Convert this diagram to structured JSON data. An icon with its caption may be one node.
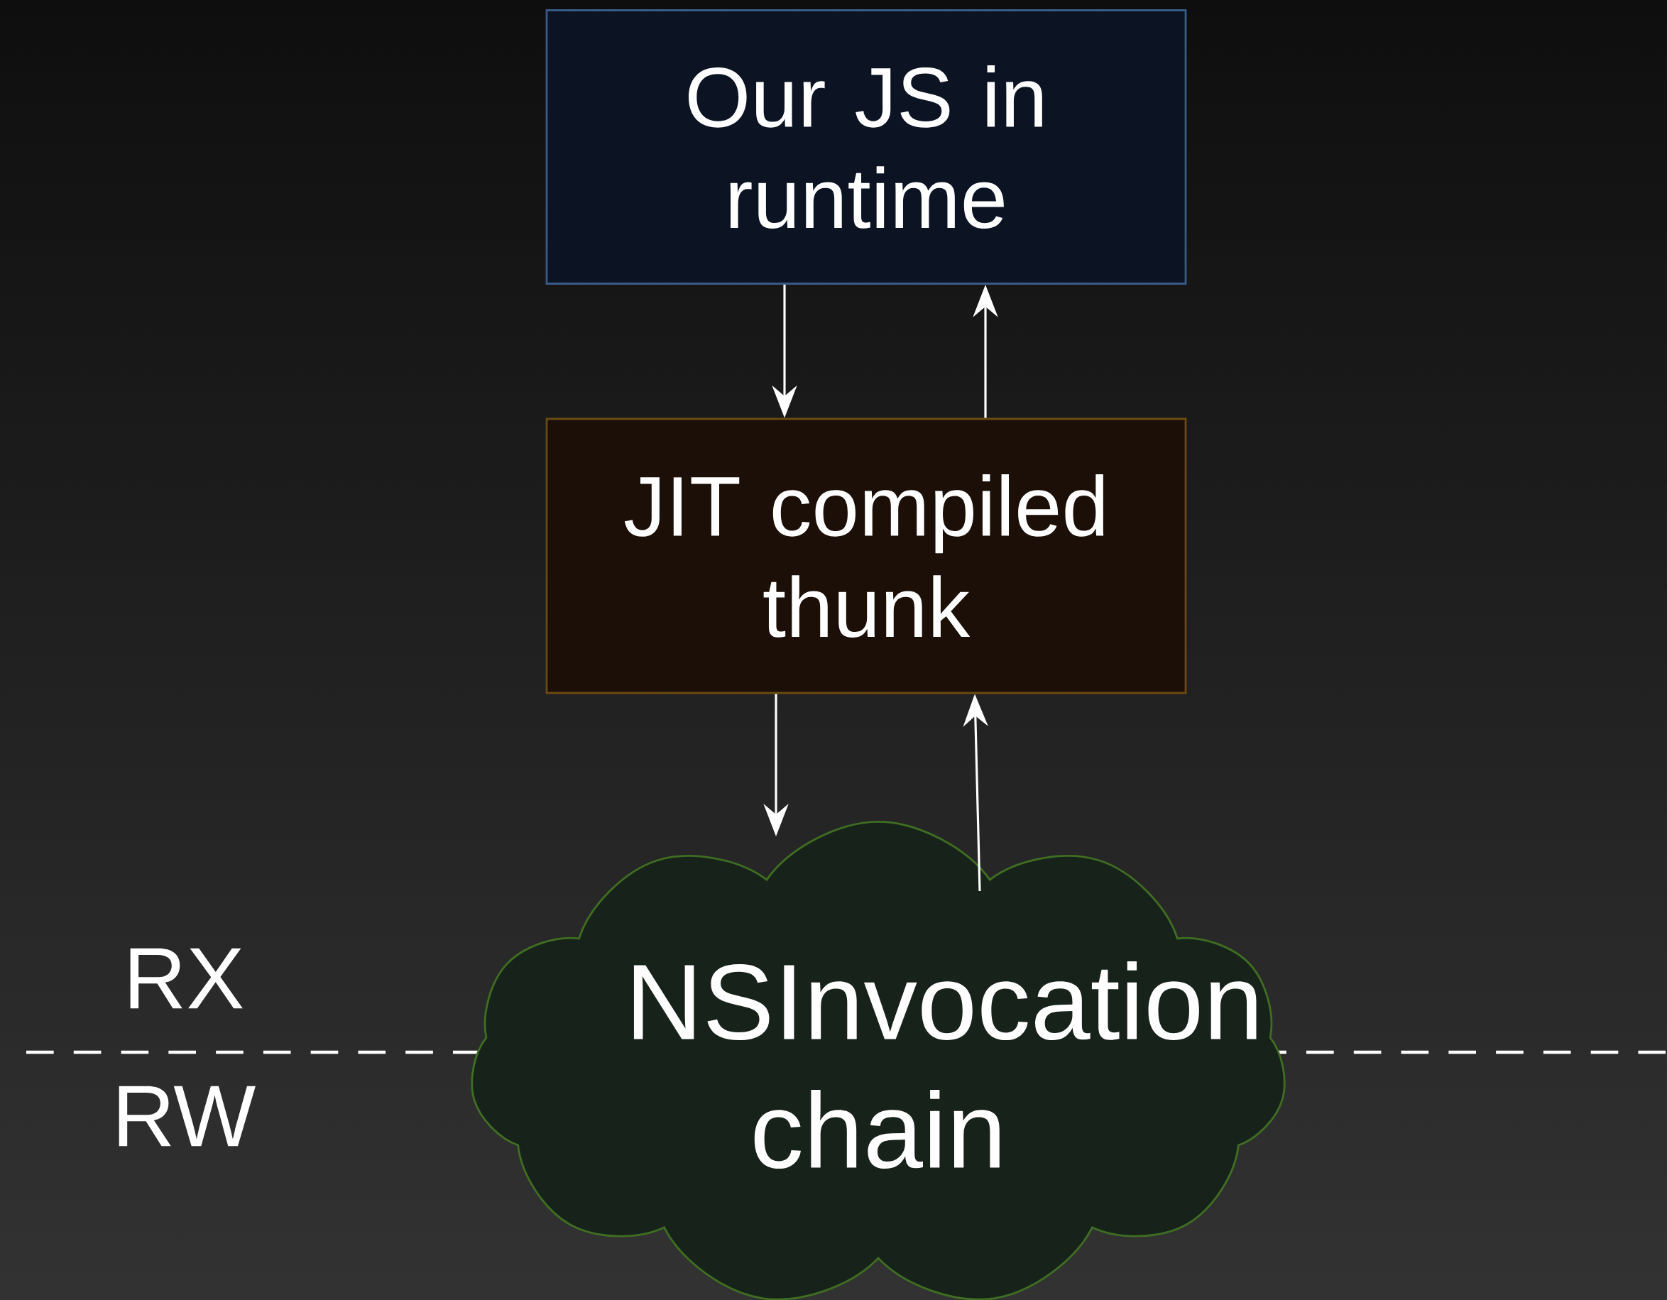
{
  "diagram": {
    "nodes": [
      {
        "text": [
          "Our JS in runtime"
        ]
      },
      {
        "text": [
          "JIT compiled thunk"
        ]
      },
      {
        "text": [
          "NSInvocation chain"
        ]
      }
    ],
    "edges": [
      {
        "from": 0,
        "to": 1,
        "arrow": "to"
      },
      {
        "from": 1,
        "to": 0,
        "arrow": "to"
      },
      {
        "from": 1,
        "to": 2,
        "arrow": "to"
      },
      {
        "from": 2,
        "to": 1,
        "arrow": "to"
      }
    ],
    "labels": [
      "RX",
      "RW"
    ]
  }
}
